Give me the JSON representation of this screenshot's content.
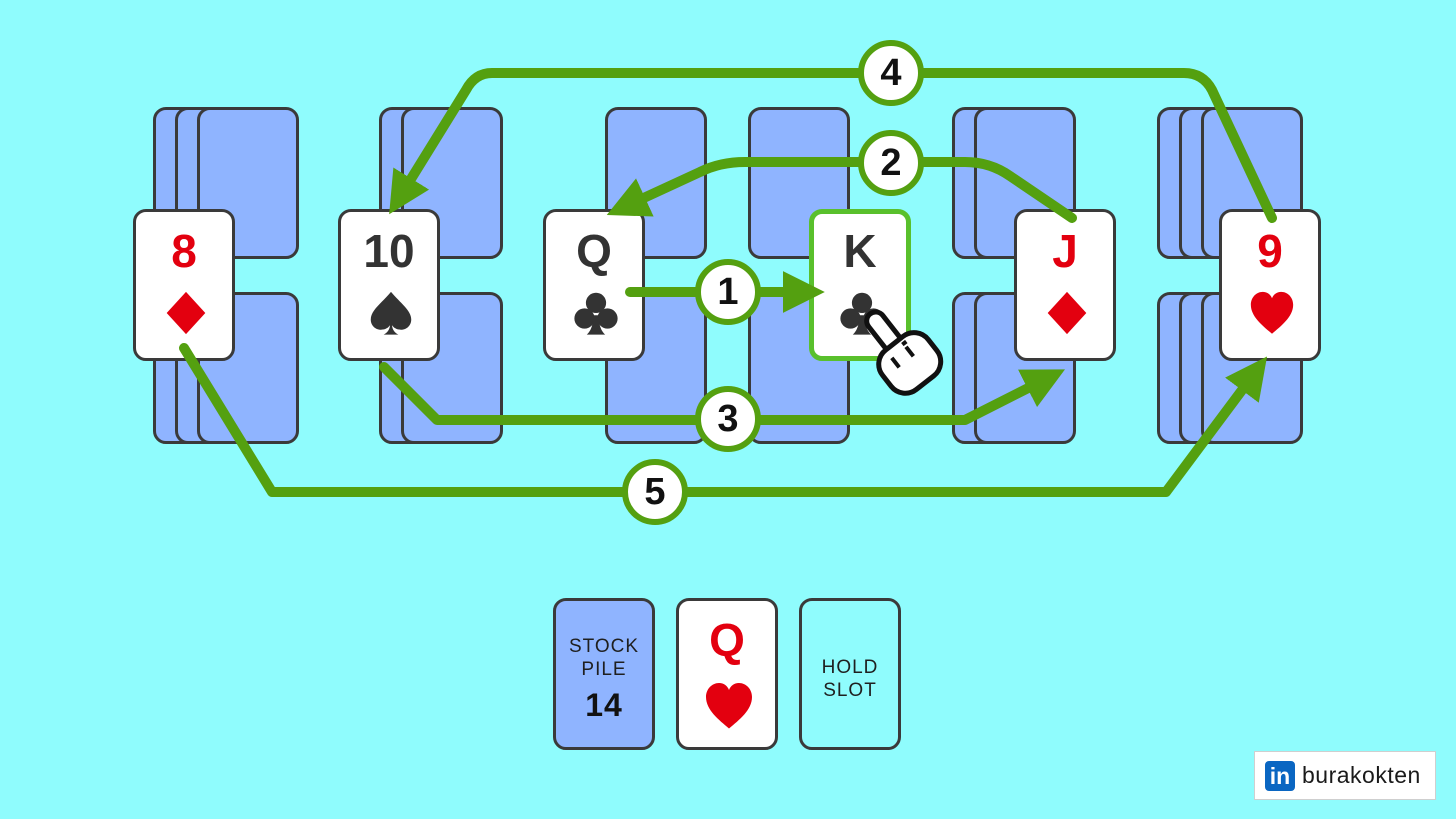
{
  "tableau": [
    {
      "face": {
        "rank": "8",
        "suit": "diamond",
        "color": "red"
      }
    },
    {
      "face": {
        "rank": "10",
        "suit": "spade",
        "color": "black"
      }
    },
    {
      "face": {
        "rank": "Q",
        "suit": "club",
        "color": "black"
      }
    },
    {
      "face": {
        "rank": "K",
        "suit": "club",
        "color": "black",
        "highlighted": true
      }
    },
    {
      "face": {
        "rank": "J",
        "suit": "diamond",
        "color": "red"
      }
    },
    {
      "face": {
        "rank": "9",
        "suit": "heart",
        "color": "red"
      }
    }
  ],
  "moves": [
    {
      "step": "1",
      "from": "Q",
      "to": "K"
    },
    {
      "step": "2",
      "from": "J",
      "to": "Q"
    },
    {
      "step": "3",
      "from": "10",
      "to": "J"
    },
    {
      "step": "4",
      "from": "9",
      "to": "10"
    },
    {
      "step": "5",
      "from": "8",
      "to": "9"
    }
  ],
  "stock": {
    "line1": "STOCK",
    "line2": "PILE",
    "count": "14"
  },
  "waste": {
    "rank": "Q",
    "suit": "heart",
    "color": "red"
  },
  "hold": {
    "line1": "HOLD",
    "line2": "SLOT"
  },
  "brand": {
    "logo": "in",
    "name": "burakokten"
  },
  "colors": {
    "background": "#8ffcfd",
    "card_back": "#8fb4ff",
    "arrow": "#54a010",
    "red": "#e3000f",
    "black": "#333333"
  },
  "icons": {
    "pointer": "hand-pointer-icon"
  }
}
